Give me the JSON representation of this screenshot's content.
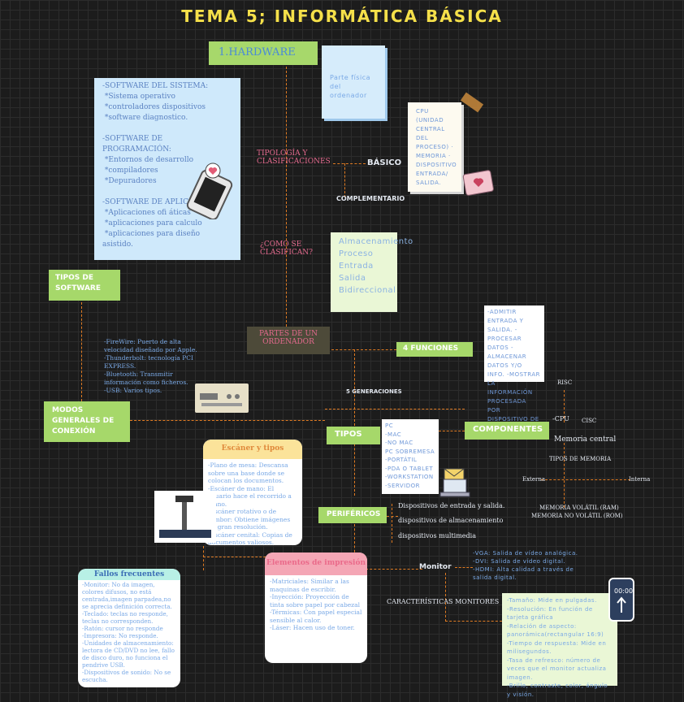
{
  "title": "TEMA 5; INFORMÁTICA BÁSICA",
  "hardware": {
    "label": "1.HARDWARE",
    "definition": "Parte física del ordenador"
  },
  "software_note": {
    "text": "-SOFTWARE DEL SISTEMA:\n *Sistema operativo\n *controladores dispositivos\n *software diagnostico.\n\n-SOFTWARE DE PROGRAMACIÓN:\n *Entornos de desarrollo\n *compiladores\n *Depuradores\n\n-SOFTWARE DE APLICACIÓN:\n *Aplicaciones ofi áticas\n *aplicaciones para calculo\n *aplicaciones para diseño asistido."
  },
  "tipologia": {
    "label": "TIPOLOGÍA Y CLASIFICACIONES"
  },
  "basico": {
    "label": "BÁSICO",
    "note": "CPU (UNIDAD CENTRAL DEL PROCESO) · MEMORIA · DISPOSITIVO ENTRADA/ SALIDA."
  },
  "complementario": {
    "label": "COMPLEMENTARIO"
  },
  "como_clasifican": {
    "label": "¿COMO SE CLASIFICAN?",
    "items": [
      "Almacenamiento",
      "Proceso",
      "Entrada",
      "Salida",
      "Bidireccional"
    ]
  },
  "tipos_software": {
    "label": "TIPOS DE SOFTWARE"
  },
  "partes": {
    "label": "PARTES DE UN ORDENADOR"
  },
  "funciones": {
    "label": "4 FUNCIONES",
    "note": "-ADMITIR ENTRADA Y SALIDA. -PROCESAR DATOS -ALMACENAR DATOS Y/O INFO. -MOSTRAR LA INFORMACIÓN PROCESADA POR DISPOSITIVO DE SALIDA."
  },
  "conexion": {
    "text": "-FireWire: Puerto de alta velocidad diseñado por Apple.\n-Thunderbolt: tecnología PCI EXPRESS.\n-Bluetooth: Transmitir información como ficheros.\n-USB: Varios tipos.",
    "label": "MODOS GENERALES DE CONEXIÓN"
  },
  "generaciones": {
    "label": "5 GENERACIONES"
  },
  "risc": {
    "label": "RISC"
  },
  "cpu": {
    "label": "-CPU",
    "cisc": "CISC"
  },
  "componentes": {
    "label": "COMPONENTES"
  },
  "memoria_central": {
    "label": "Memoria central"
  },
  "tipos_memoria": {
    "label": "TIPOS DE MEMORIA",
    "externa": "Externa",
    "interna": "Interna",
    "ram": "MEMORIA VOLÁTIL (RAM)",
    "rom": "MEMORIA NO VOLÁTIL (ROM)"
  },
  "tipos": {
    "label": "TIPOS",
    "list": "PC\n-MAC\n-NO MAC\nPC SOBREMESA\n-PORTÁTIL\n-PDA O TABLET\n-WORKSTATION\n-SERVIDOR"
  },
  "escaner": {
    "title": "Escáner y tipos",
    "text": "-Plano de mesa: Descansa sobre una base donde se colocan los documentos.\n-Escáner de mano: El usuario hace el recorrido a mano.\n-Escáner rotativo o de tambor: Obtiene imágenes de gran resolución.\n-Escáner cenital: Copias de documentos valiosos."
  },
  "perifericos": {
    "label": "PERIFÉRICOS",
    "items": [
      "Dispositivos de entrada y salida.",
      "dispositivos de almacenamiento",
      "dispositivos multimedia"
    ]
  },
  "fallos": {
    "title": "Fallos frecuentes",
    "text": "-Monitor: No da imagen, colores difusos, no está centrada,imagen parpadea,no se aprecia definición correcta.\n-Teclado: teclas no responde, teclas no corresponden.\n-Ratón: cursor no responde\n-Impresora: No responde.\n-Unidades de almacenamiento: lectora de CD/DVD no lee, fallo de disco duro, no funciona el pendrive USB.\n-Dispositivos de sonido: No se escucha."
  },
  "impresora": {
    "title": "Elementos de impresión",
    "text": "-Matriciales: Similar a las maquinas de escribir.\n-Inyección: Proyección de tinta sobre papel por cabezal\n-Térmicas: Con papel especial sensible al calor.\n-Láser: Hacen uso de toner."
  },
  "monitor": {
    "label": "Monitor",
    "ports": "-VGA: Salida de vídeo analógica.\n-DVI: Salida de vídeo digital.\n-HDMI: Alta calidad a través de salida digital."
  },
  "caracteristicas": {
    "label": "CARACTERÍSTICAS MONITORES",
    "text": "-Tamaño: Mide en pulgadas.\n-Resolución: En función de tarjeta gráfica\n-Relación de aspecto: panorámica(rectangular 16:9)\n-Tiempo de respuesta: Mide en milisegundos.\n-Tasa de refresco: número de veces que el monitor actualiza imagen.\n-Brillo, contraste, color, ángulo y visión."
  },
  "icons": [
    "phone-heart-icon",
    "envelope-icon",
    "laptop-icon",
    "scanner-icon",
    "port-panel-icon",
    "mobile-sticker-icon",
    "notebook-icon"
  ]
}
